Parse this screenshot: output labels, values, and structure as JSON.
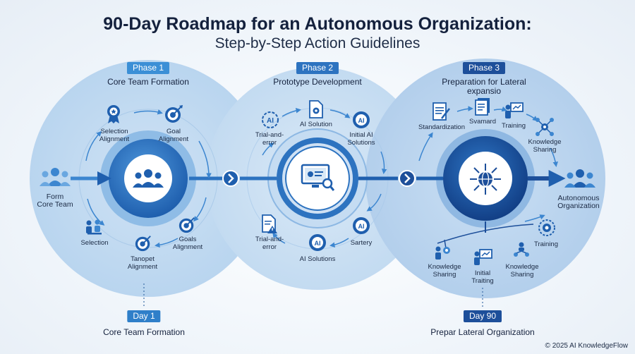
{
  "header": {
    "title": "90-Day Roadmap for an Autonomous Organization:",
    "subtitle": "Step-by-Step Action Guidelines"
  },
  "phases": [
    {
      "badge": "Phase 1",
      "title": "Core Team Formation",
      "labels": {
        "selection_alignment": "Selection\nAlignment",
        "goal_alignment": "Goal\nAlignment",
        "selection": "Selection",
        "goals_alignment": "Goals\nAlignment",
        "tanopet_alignment": "Tanopet\nAlignment"
      }
    },
    {
      "badge": "Phase 2",
      "title": "Prototype Development",
      "labels": {
        "trial_top": "Trial-and-\nerror",
        "ai_solution": "AI Solution",
        "initial_ai_solutions": "Initial AI\nSolutions",
        "trial_bottom": "Trial-and-\nerror",
        "ai_solutions": "AI Solutions",
        "sartery": "Sartery"
      }
    },
    {
      "badge": "Phase 3",
      "title": "Preparation for Lateral\nexpansio",
      "labels": {
        "standardization": "Standardization",
        "svamard": "Svamard",
        "training_top": "Training",
        "knowledge_sharing_top": "Knowledge\nSharing",
        "knowledge_sharing_left": "Knowledge\nSharing",
        "initial_training": "Initial\nTraiting",
        "knowledge_sharing_right": "Knowledge\nSharing",
        "training_bottom": "Training"
      }
    }
  ],
  "start": {
    "label": "Form\nCore Team"
  },
  "end": {
    "label": "Autonomous\nOrganization"
  },
  "timeline": {
    "day1": {
      "badge": "Day 1",
      "caption": "Core Team Formation"
    },
    "day90": {
      "badge": "Day 90",
      "caption": "Prepar Lateral Organization"
    }
  },
  "footer": {
    "copyright": "© 2025 AI KnowledgeFlow"
  },
  "colors": {
    "phase1_badge": "#3b8fd6",
    "phase2_badge": "#2d73c0",
    "phase3_badge": "#1d4f9a",
    "deep_blue": "#1f5fae",
    "mid_blue": "#3c86d0",
    "pale_blue": "#dbe9f6"
  },
  "icons": [
    "team-icon",
    "award-ribbon-icon",
    "target-icon",
    "ai-chip-icon",
    "document-gear-icon",
    "monitor-search-icon",
    "document-warning-icon",
    "clipboard-icon",
    "stacked-document-icon",
    "presenter-icon",
    "network-gear-icon",
    "globe-network-icon",
    "chevron-right-icon"
  ]
}
